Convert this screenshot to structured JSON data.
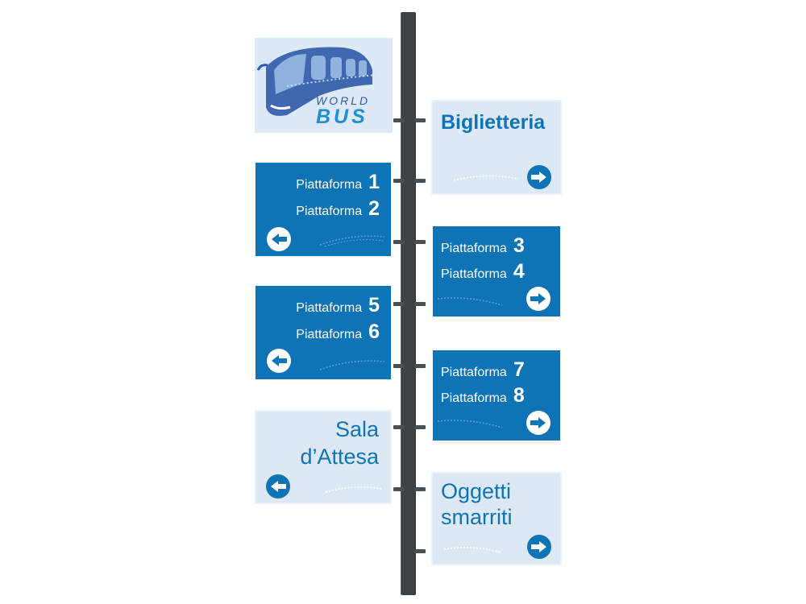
{
  "logo": {
    "line1": "WORLD",
    "line2": "BUS"
  },
  "signs": {
    "biglietteria": {
      "label": "Biglietteria",
      "arrow_icon": "arrow-right-icon"
    },
    "platforms_1_2": {
      "lines": [
        {
          "word": "Piattaforma",
          "num": "1"
        },
        {
          "word": "Piattaforma",
          "num": "2"
        }
      ],
      "arrow_icon": "arrow-left-icon"
    },
    "platforms_3_4": {
      "lines": [
        {
          "word": "Piattaforma",
          "num": "3"
        },
        {
          "word": "Piattaforma",
          "num": "4"
        }
      ],
      "arrow_icon": "arrow-right-icon"
    },
    "platforms_5_6": {
      "lines": [
        {
          "word": "Piattaforma",
          "num": "5"
        },
        {
          "word": "Piattaforma",
          "num": "6"
        }
      ],
      "arrow_icon": "arrow-left-icon"
    },
    "platforms_7_8": {
      "lines": [
        {
          "word": "Piattaforma",
          "num": "7"
        },
        {
          "word": "Piattaforma",
          "num": "8"
        }
      ],
      "arrow_icon": "arrow-right-icon"
    },
    "sala_attesa": {
      "line1": "Sala",
      "line2": "d’Attesa",
      "arrow_icon": "arrow-left-icon"
    },
    "oggetti_smarriti": {
      "line1": "Oggetti",
      "line2": "smarriti",
      "arrow_icon": "arrow-right-icon"
    }
  },
  "colors": {
    "sign_blue": "#0f74b6",
    "sign_light": "#dce9f5",
    "pole": "#3d4246"
  }
}
